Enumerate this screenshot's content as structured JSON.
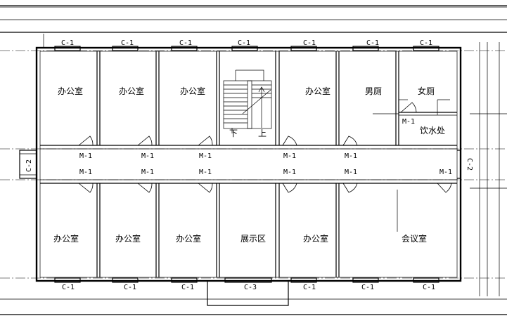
{
  "rooms": {
    "office_top_1": "办公室",
    "office_top_2": "办公室",
    "office_top_3": "办公室",
    "office_top_4": "办公室",
    "mens_restroom": "男厕",
    "womens_restroom": "女厕",
    "water_station": "饮水处",
    "office_bottom_1": "办公室",
    "office_bottom_2": "办公室",
    "office_bottom_3": "办公室",
    "exhibition_area": "展示区",
    "office_bottom_4": "办公室",
    "meeting_room": "会议室"
  },
  "stair": {
    "down": "下",
    "up": "上"
  },
  "windows": {
    "top": [
      "C-1",
      "C-1",
      "C-1",
      "C-1",
      "C-1",
      "C-1",
      "C-1"
    ],
    "bottom": [
      "C-1",
      "C-1",
      "C-1",
      "C-3",
      "C-1",
      "C-1",
      "C-1"
    ],
    "left_end": "C-2",
    "right_end": "C-2"
  },
  "doors": {
    "north_row": [
      "M-1",
      "M-1",
      "M-1",
      "M-1",
      "M-1"
    ],
    "south_row": [
      "M-1",
      "M-1",
      "M-1",
      "M-1",
      "M-1",
      "M-1"
    ],
    "restroom": "M-1"
  }
}
